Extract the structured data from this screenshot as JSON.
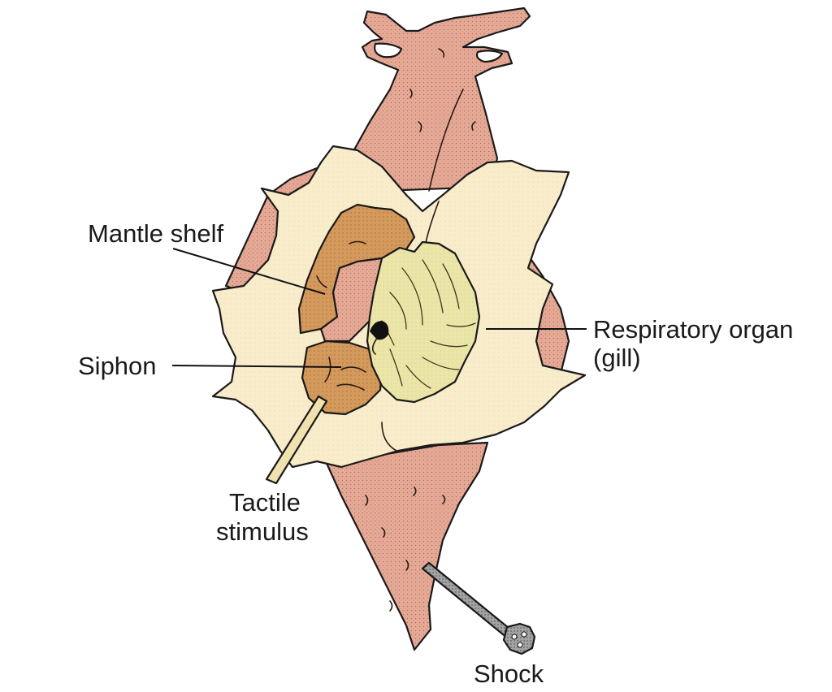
{
  "colors": {
    "body": "#e3a896",
    "parapodia": "#f7ebc9",
    "mantle_shelf": "#d69a5a",
    "siphon": "#d8a259",
    "gill": "#e9e3a4",
    "stimulus_rod": "#efe2ae",
    "electrode": "#8c8c8c",
    "outline": "#1a1a1a"
  },
  "labels": {
    "mantle_shelf": "Mantle shelf",
    "siphon": "Siphon",
    "respiratory_organ_line1": "Respiratory organ",
    "respiratory_organ_line2": "(gill)",
    "tactile_line1": "Tactile",
    "tactile_line2": "stimulus",
    "shock": "Shock"
  },
  "icons": {
    "stimulus": "tactile-probe",
    "shock": "shock-electrode"
  }
}
